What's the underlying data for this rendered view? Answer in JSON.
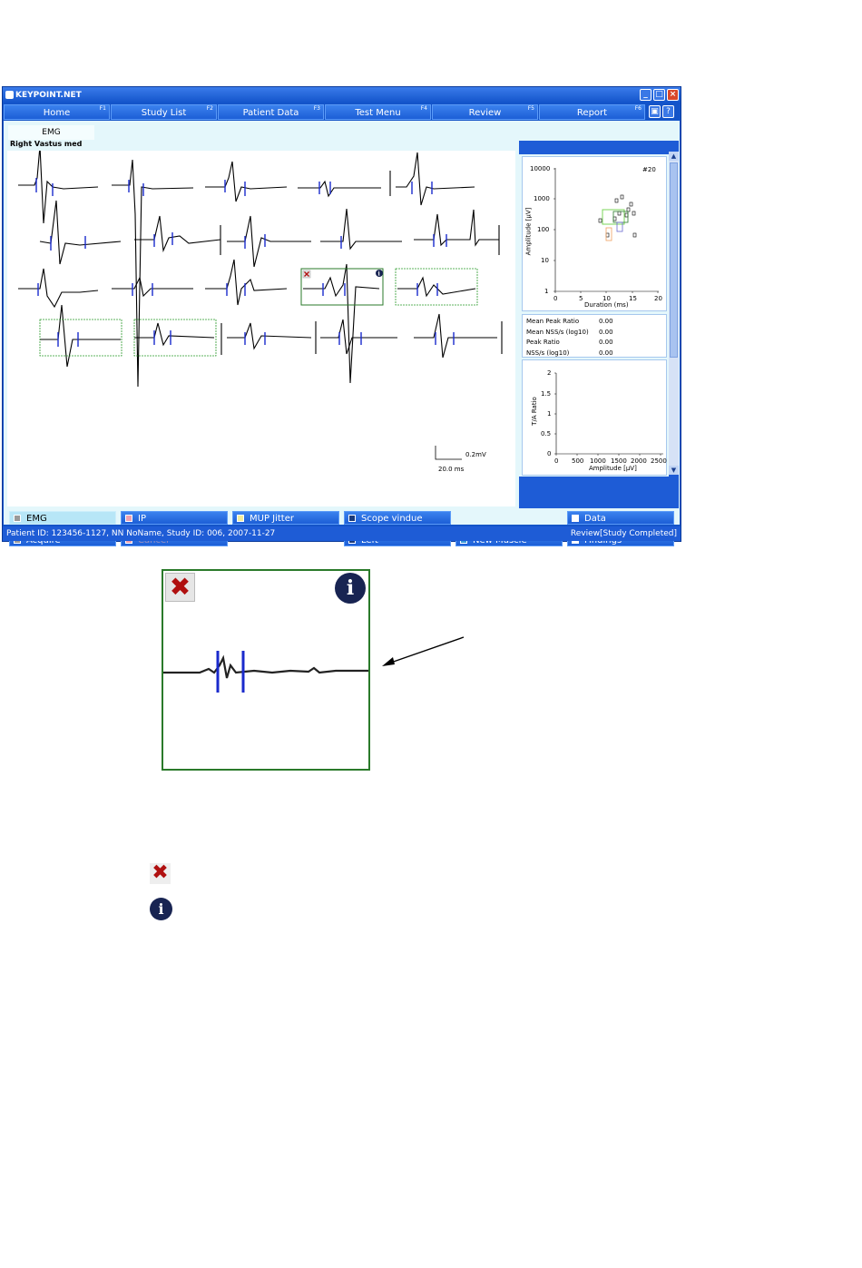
{
  "window": {
    "title": "KEYPOINT.NET",
    "controls": {
      "minimize": "_",
      "maximize": "□",
      "close": "×"
    }
  },
  "menu": [
    {
      "label": "Home",
      "key": "F1"
    },
    {
      "label": "Study List",
      "key": "F2"
    },
    {
      "label": "Patient Data",
      "key": "F3"
    },
    {
      "label": "Test Menu",
      "key": "F4"
    },
    {
      "label": "Review",
      "key": "F5"
    },
    {
      "label": "Report",
      "key": "F6"
    }
  ],
  "help_buttons": {
    "print": "▣",
    "help": "?"
  },
  "tab": "EMG",
  "muscle": "Right Vastus med",
  "scalebar": {
    "amplitude": "0.2mV",
    "time": "20.0 ms"
  },
  "scatter": {
    "badge": "#20",
    "xlabel": "Duration (ms)",
    "ylabel": "Amplitude [µV]",
    "yticks": [
      "10000",
      "1000",
      "100",
      "10",
      "1"
    ],
    "xticks": [
      "0",
      "5",
      "10",
      "15",
      "20"
    ]
  },
  "stats": [
    {
      "label": "Mean Peak Ratio",
      "value": "0.00"
    },
    {
      "label": "Mean NSS/s (log10)",
      "value": "0.00"
    },
    {
      "label": "Peak Ratio",
      "value": "0.00"
    },
    {
      "label": "NSS/s (log10)",
      "value": "0.00"
    }
  ],
  "ta_plot": {
    "xlabel": "Amplitude [µV]",
    "ylabel": "T/A Ratio",
    "yticks": [
      "2",
      "1.5",
      "1",
      "0.5",
      "0"
    ],
    "xticks": [
      "0",
      "500",
      "1000",
      "1500",
      "2000",
      "2500"
    ]
  },
  "buttons_row1": [
    {
      "label": "EMG",
      "color": "#9a9a9a",
      "active": true
    },
    {
      "label": "IP",
      "color": "#f0a0b0"
    },
    {
      "label": "MUP Jitter",
      "color": "#f3ec9c"
    },
    {
      "label": "Scope vindue",
      "color": "#1a3a7a"
    },
    {
      "label": "Data",
      "color": "#ffffff"
    }
  ],
  "buttons_row2": [
    {
      "label": "Acquire",
      "color": "#9a9a9a",
      "key": "A"
    },
    {
      "label": "Cancel",
      "color": "#f0a0b0"
    },
    {
      "label": "Left",
      "color": "#1a3a7a"
    },
    {
      "label": "New Muscle",
      "color": "#3a9ad9"
    },
    {
      "label": "Findings",
      "color": "#ffffff"
    }
  ],
  "status": {
    "left": "Patient ID: 123456-1127, NN NoName, Study ID: 006, 2007-11-27",
    "right": "Review[Study Completed]"
  },
  "zoom_icons": {
    "delete": "✖",
    "info": "i"
  }
}
